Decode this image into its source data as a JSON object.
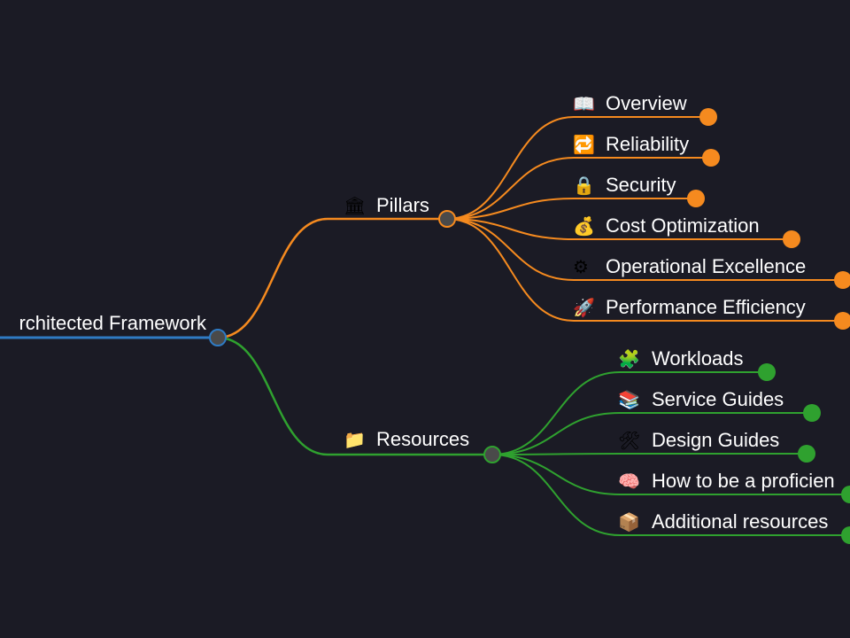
{
  "colors": {
    "background": "#1b1b25",
    "root_link": "#2f7bc4",
    "pillars_branch": "#f58a1f",
    "resources_branch": "#2fa12f",
    "text": "#ffffff"
  },
  "root": {
    "label": "rchitected Framework"
  },
  "branches": [
    {
      "id": "pillars",
      "label": "Pillars",
      "icon": "classical-building-icon",
      "icon_glyph": "🏛",
      "children": [
        {
          "label": "Overview",
          "icon": "open-book-icon",
          "icon_glyph": "📖"
        },
        {
          "label": "Reliability",
          "icon": "repeat-arrows-icon",
          "icon_glyph": "🔁"
        },
        {
          "label": "Security",
          "icon": "padlock-icon",
          "icon_glyph": "🔒"
        },
        {
          "label": "Cost Optimization",
          "icon": "money-bag-icon",
          "icon_glyph": "💰"
        },
        {
          "label": "Operational Excellence",
          "icon": "gear-icon",
          "icon_glyph": "⚙"
        },
        {
          "label": "Performance Efficiency",
          "icon": "rocket-icon",
          "icon_glyph": "🚀"
        }
      ]
    },
    {
      "id": "resources",
      "label": "Resources",
      "icon": "folder-icon",
      "icon_glyph": "📁",
      "children": [
        {
          "label": "Workloads",
          "icon": "puzzle-piece-icon",
          "icon_glyph": "🧩"
        },
        {
          "label": "Service Guides",
          "icon": "books-icon",
          "icon_glyph": "📚"
        },
        {
          "label": "Design Guides",
          "icon": "hammer-wrench-icon",
          "icon_glyph": "🛠"
        },
        {
          "label": "How to be a proficien",
          "icon": "brain-icon",
          "icon_glyph": "🧠"
        },
        {
          "label": "Additional resources",
          "icon": "package-icon",
          "icon_glyph": "📦"
        }
      ]
    }
  ]
}
